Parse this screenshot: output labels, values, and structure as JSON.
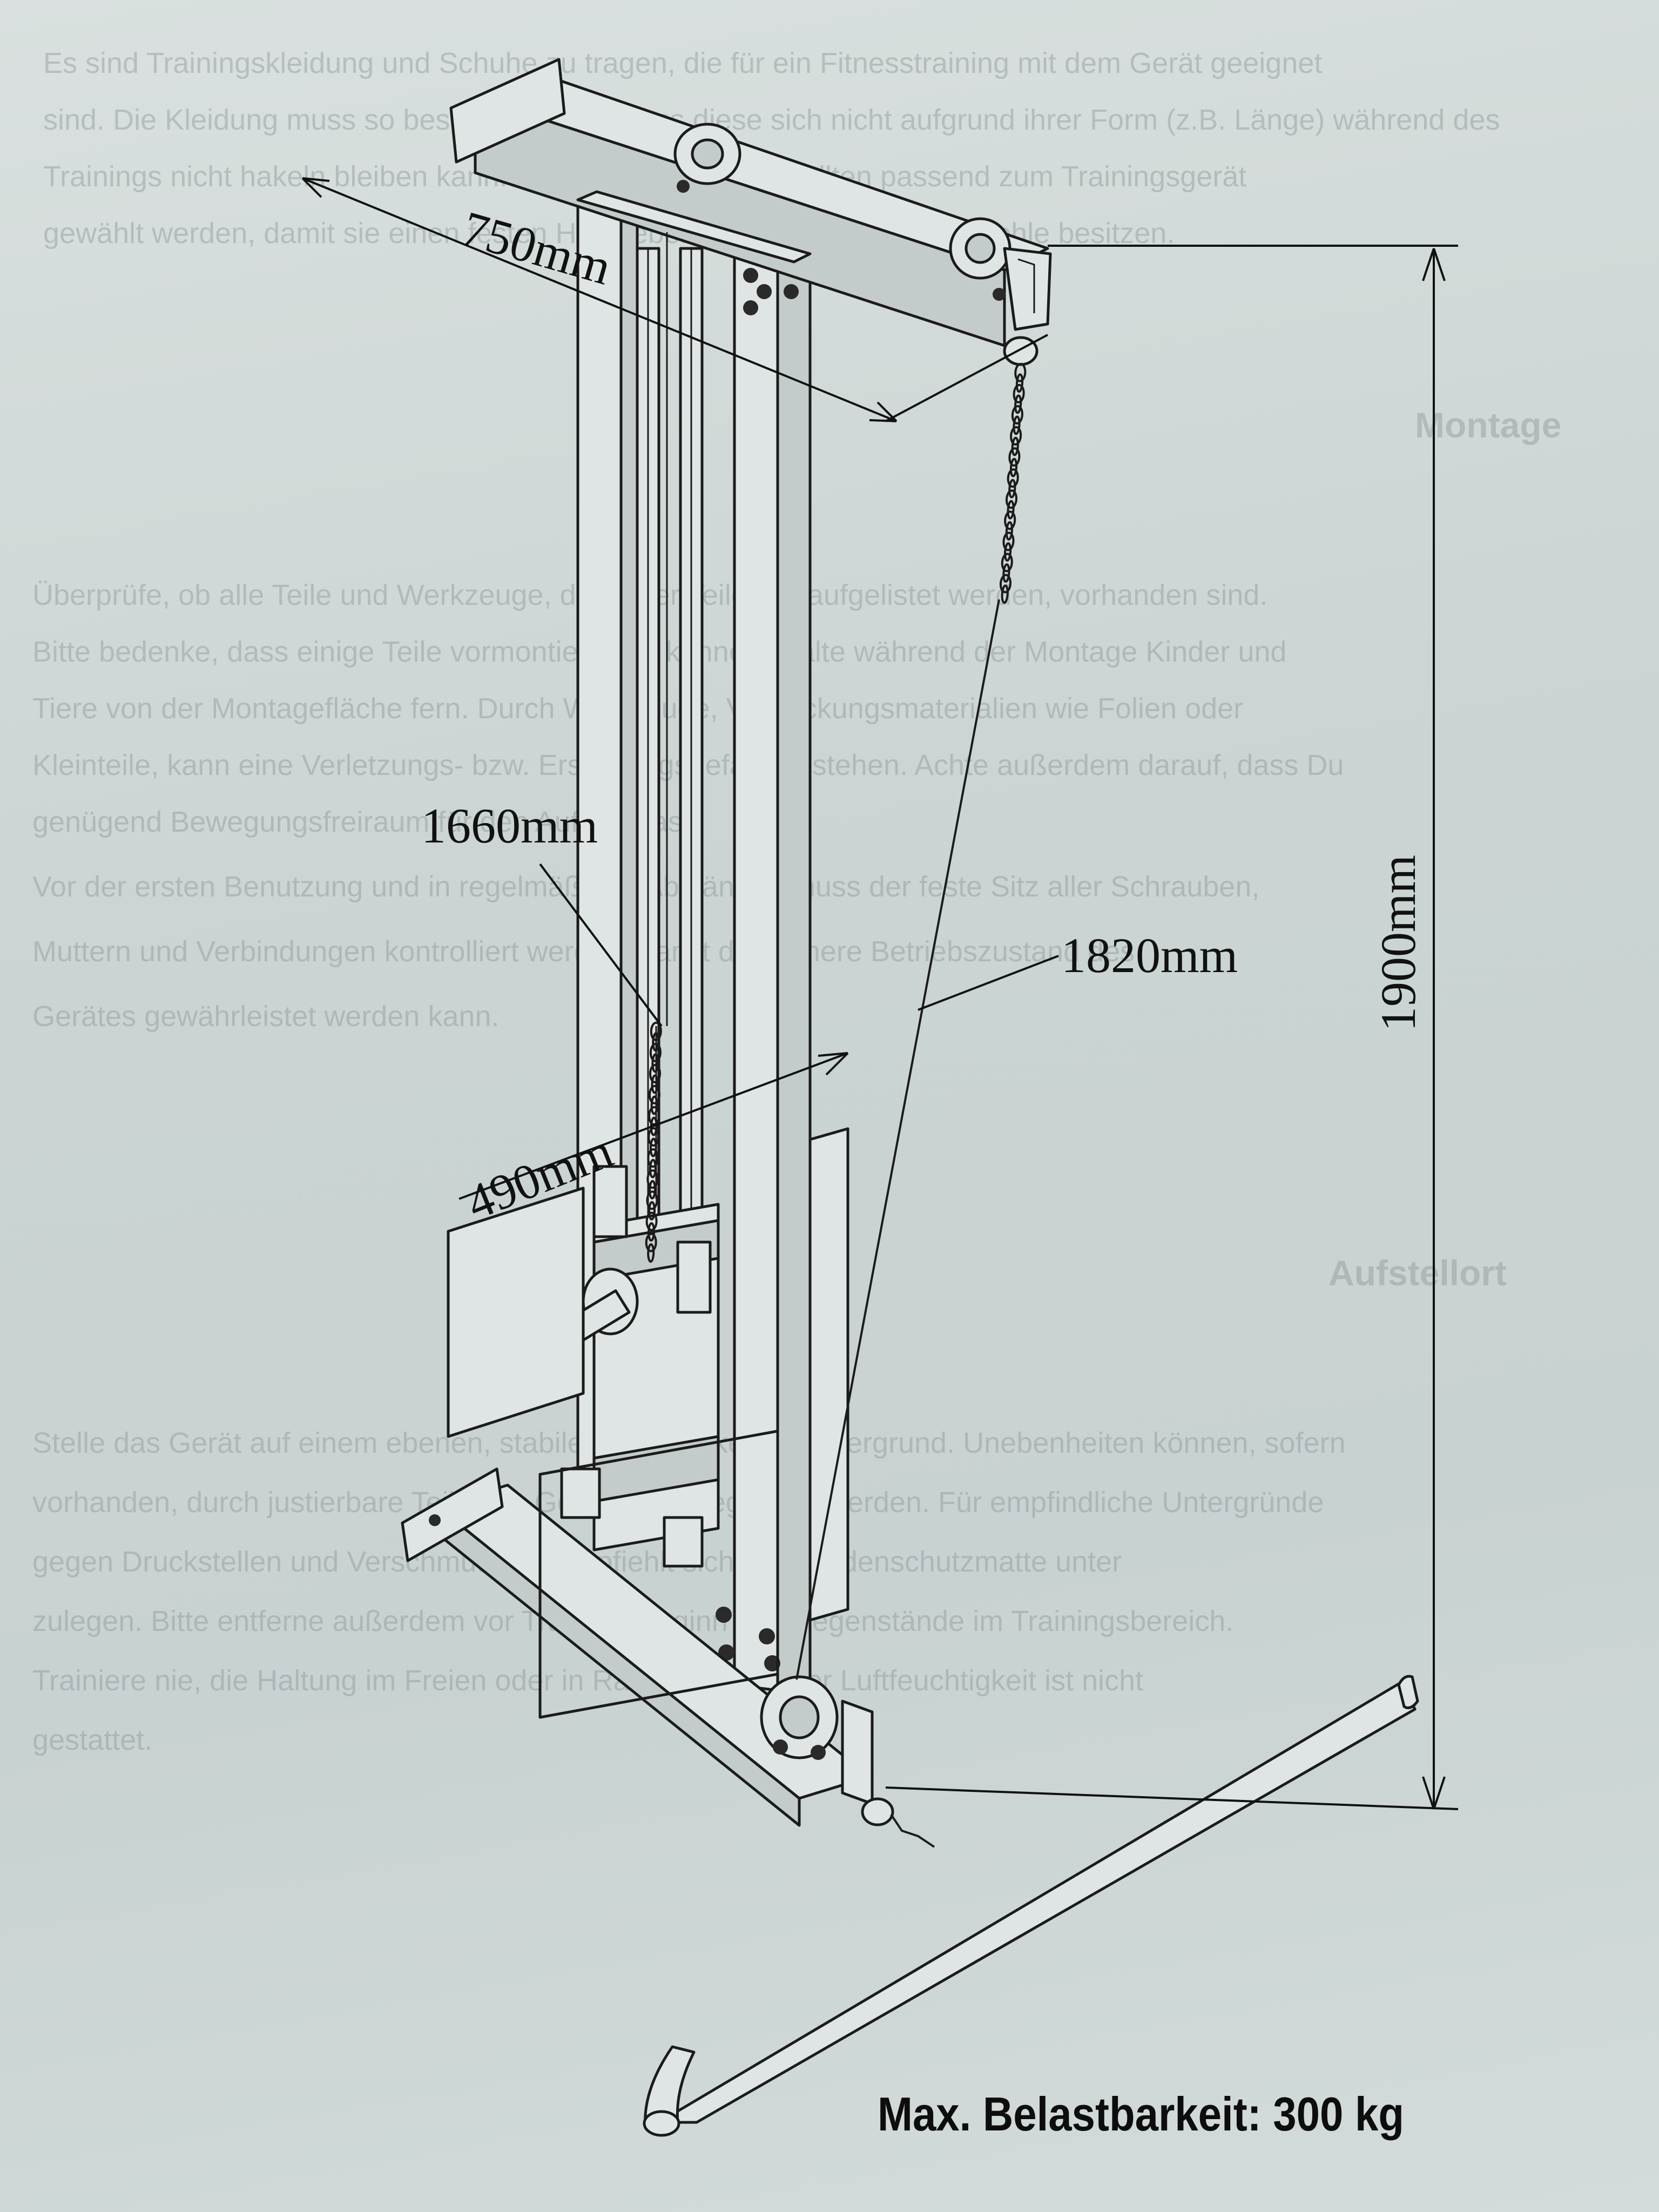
{
  "background_text": [
    "Es sind Trainingskleidung und Schuhe zu tragen, die für ein Fitnesstraining mit dem Gerät geeignet",
    "sind. Die Kleidung muss so beschaffen sein, dass diese sich nicht aufgrund ihrer Form (z.B. Länge) während des",
    "Trainings nicht hakeln bleiben kann. Die Trainingsschuhe sollten passend zum Trainingsgerät",
    "gewählt werden, damit sie einen festen Halt geben und eine rutschfeste Sohle besitzen.",
    "Montage",
    "Überprüfe, ob alle Teile und Werkzeuge, die in der Teileliste aufgelistet werden, vorhanden sind.",
    "Bitte bedenke, dass einige Teile vormontiert sein können. Halte während der Montage Kinder und",
    "Tiere von der Montagefläche fern. Durch Werkzeuge, Verpackungsmaterialien wie Folien oder",
    "Kleinteile, kann eine Verletzungs- bzw. Erstickungsgefahr bestehen. Achte außerdem darauf, dass Du",
    "genügend Bewegungsfreiraum für den Aufbau hast.",
    "Vor der ersten Benutzung und in regelmäßigen Abständen muss der feste Sitz aller Schrauben,",
    "Muttern und Verbindungen kontrolliert werden, damit der sichere Betriebszustand des",
    "Gerätes gewährleistet werden kann.",
    "Aufstellort",
    "Stelle das Gerät auf einem ebenen, stabilen und trockenen Untergrund. Unebenheiten können, sofern",
    "vorhanden, durch justierbare Teile des Gerätes ausgeglichen werden. Für empfindliche Untergründe",
    "gegen Druckstellen und Verschmutzung empfiehlt sich eine Bodenschutzmatte unter",
    "zulegen. Bitte entferne außerdem vor Trainingsbeginn alle Gegenstände im Trainingsbereich.",
    "Trainiere nie, die Haltung im Freien oder in Räumen mit hoher Luftfeuchtigkeit ist nicht",
    "gestattet."
  ],
  "dimensions": {
    "arm_length": "750mm",
    "height": "1900mm",
    "upper_cable": "1820mm",
    "weight_cable": "1660mm",
    "base_width": "490mm"
  },
  "max_load_label": "Max. Belastbarkeit: 300 kg",
  "colors": {
    "paper": "#cfd7d6",
    "ink": "#1b1b1b"
  }
}
